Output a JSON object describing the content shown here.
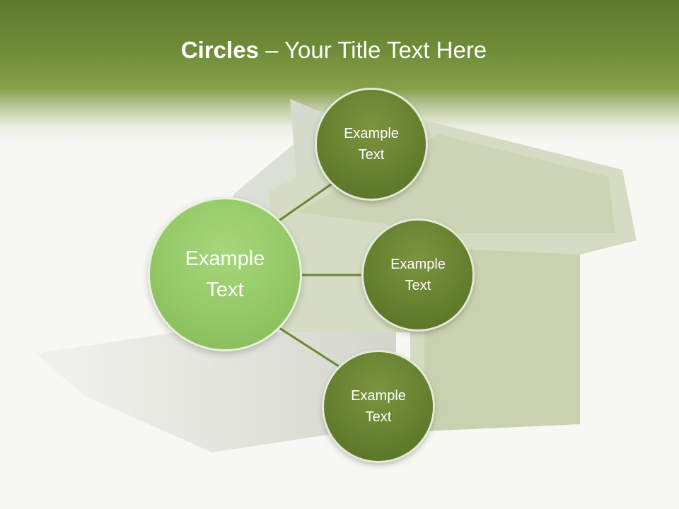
{
  "title": {
    "bold": "Circles",
    "rest": " – Your Title Text Here"
  },
  "diagram": {
    "center": {
      "label": "Example\nText"
    },
    "satellites": [
      {
        "label": "Example\nText"
      },
      {
        "label": "Example\nText"
      },
      {
        "label": "Example\nText"
      }
    ]
  },
  "colors": {
    "header_green": "#5d7a2e",
    "center_circle": "#94c866",
    "satellite_circle": "#65802f",
    "connector": "#6b8633"
  }
}
